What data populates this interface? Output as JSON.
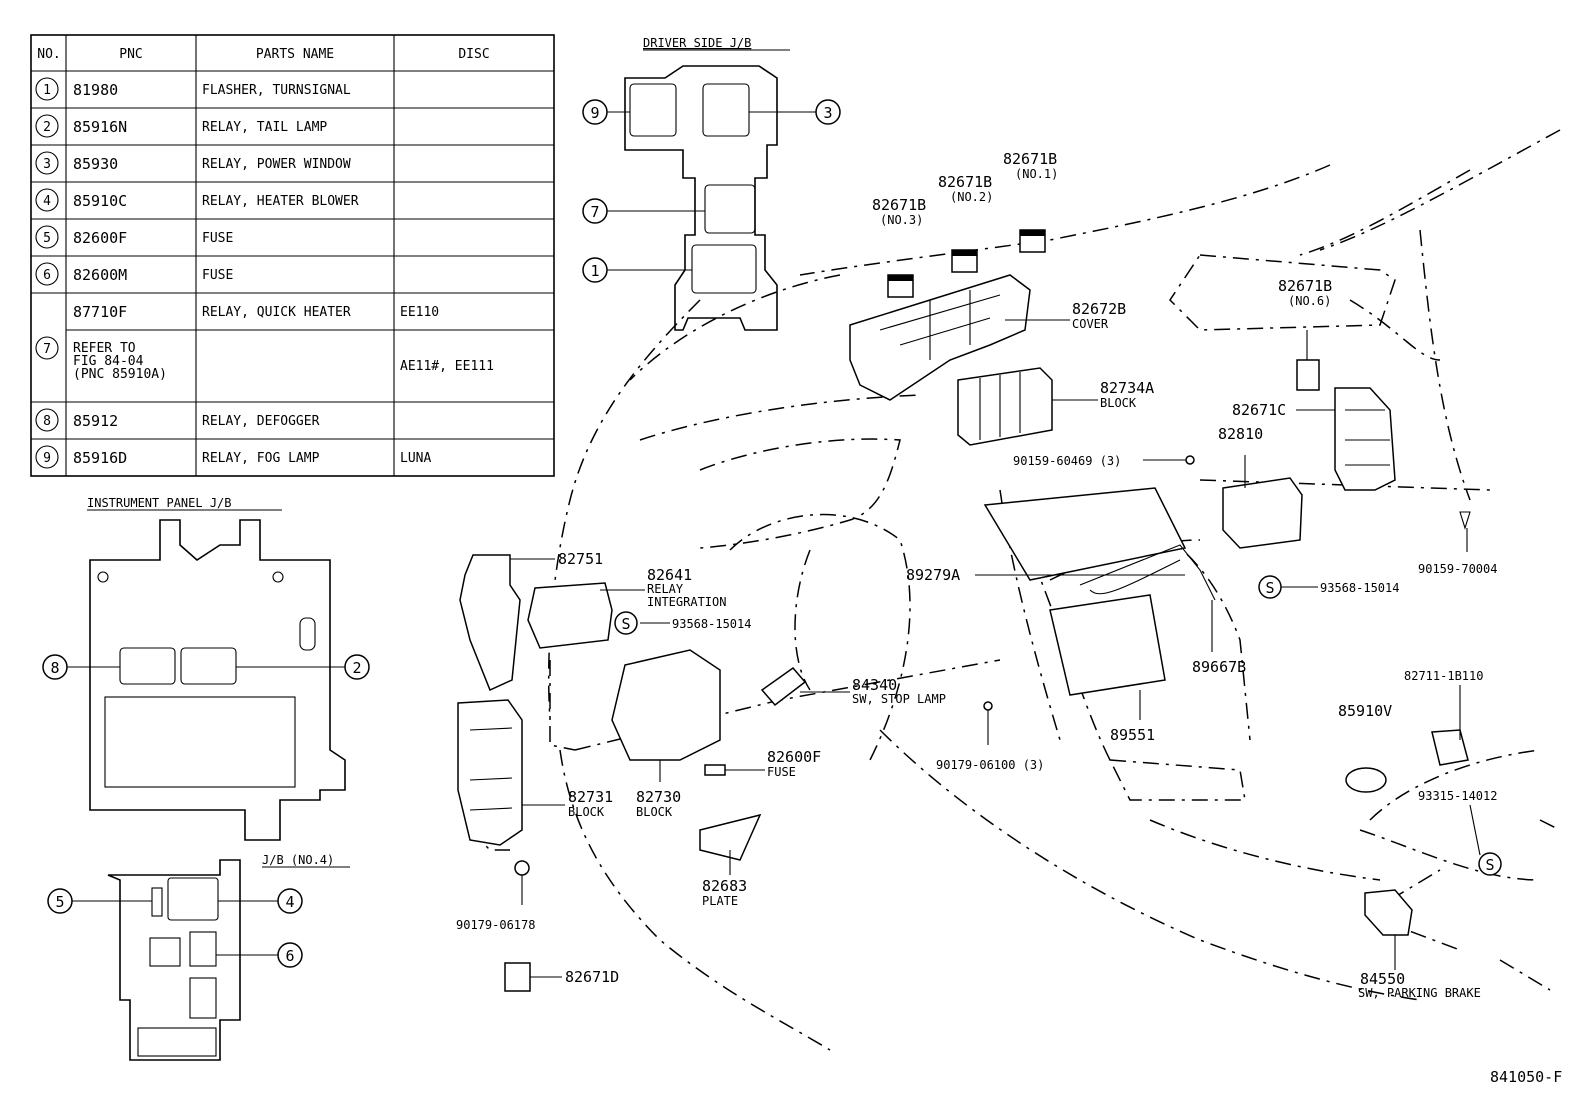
{
  "table": {
    "headers": [
      "NO.",
      "PNC",
      "PARTS NAME",
      "DISC"
    ],
    "rows": [
      {
        "no": "1",
        "pnc": "81980",
        "name": "FLASHER, TURNSIGNAL",
        "disc": ""
      },
      {
        "no": "2",
        "pnc": "85916N",
        "name": "RELAY, TAIL LAMP",
        "disc": ""
      },
      {
        "no": "3",
        "pnc": "85930",
        "name": "RELAY, POWER WINDOW",
        "disc": ""
      },
      {
        "no": "4",
        "pnc": "85910C",
        "name": "RELAY, HEATER BLOWER",
        "disc": ""
      },
      {
        "no": "5",
        "pnc": "82600F",
        "name": "FUSE",
        "disc": ""
      },
      {
        "no": "6",
        "pnc": "82600M",
        "name": "FUSE",
        "disc": ""
      },
      {
        "no": "7",
        "pnc": "87710F",
        "name": "RELAY, QUICK HEATER",
        "disc": "EE110"
      },
      {
        "no": "",
        "pnc": "REFER TO",
        "pnc2": "FIG 84-04",
        "pnc3": "(PNC 85910A)",
        "name": "",
        "disc": "AE11#, EE111"
      },
      {
        "no": "8",
        "pnc": "85912",
        "name": "RELAY, DEFOGGER",
        "disc": ""
      },
      {
        "no": "9",
        "pnc": "85916D",
        "name": "RELAY, FOG LAMP",
        "disc": "LUNA"
      }
    ]
  },
  "sections": {
    "driver_jb": "DRIVER SIDE J/B",
    "instrument_jb": "INSTRUMENT PANEL J/B",
    "jb_no4": "J/B (NO.4)"
  },
  "callouts": {
    "c1": "1",
    "c2": "2",
    "c3": "3",
    "c4": "4",
    "c5": "5",
    "c6": "6",
    "c7": "7",
    "c8": "8",
    "c9": "9",
    "s": "S"
  },
  "labels": {
    "p82671B_3": "82671B",
    "p82671B_3_sub": "(NO.3)",
    "p82671B_2": "82671B",
    "p82671B_2_sub": "(NO.2)",
    "p82671B_1": "82671B",
    "p82671B_1_sub": "(NO.1)",
    "p82672B": "82672B",
    "p82672B_sub": "COVER",
    "p82734A": "82734A",
    "p82734A_sub": "BLOCK",
    "p82671B_6": "82671B",
    "p82671B_6_sub": "(NO.6)",
    "p82671C": "82671C",
    "p82810": "82810",
    "p90159_60469": "90159-60469 (3)",
    "p90159_70004": "90159-70004",
    "p93568_right": "93568-15014",
    "p89279A": "89279A",
    "p82751": "82751",
    "p82641": "82641",
    "p82641_sub1": "RELAY",
    "p82641_sub2": "INTEGRATION",
    "p93568_left": "93568-15014",
    "p84340": "84340",
    "p84340_sub": "SW, STOP LAMP",
    "p89667B": "89667B",
    "p82711": "82711-1B110",
    "p85910V": "85910V",
    "p89551": "89551",
    "p90179_06100": "90179-06100 (3)",
    "p82600F": "82600F",
    "p82600F_sub": "FUSE",
    "p82731": "82731",
    "p82731_sub": "BLOCK",
    "p82730": "82730",
    "p82730_sub": "BLOCK",
    "p93315": "93315-14012",
    "p82683": "82683",
    "p82683_sub": "PLATE",
    "p90179_06178": "90179-06178",
    "p82671D": "82671D",
    "p84550": "84550",
    "p84550_sub": "SW, PARKING BRAKE",
    "figure_code": "841050-F"
  }
}
